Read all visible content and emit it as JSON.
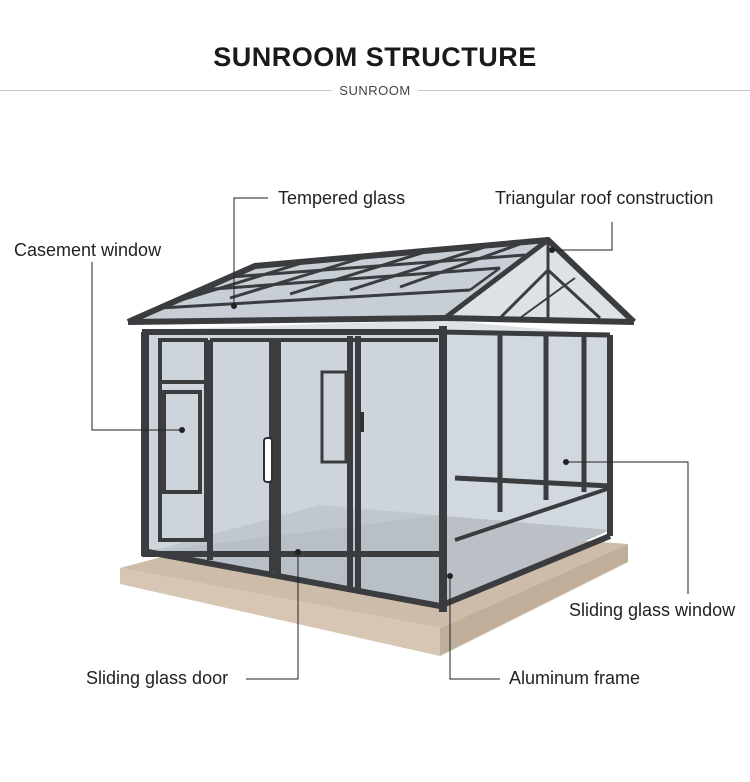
{
  "header": {
    "title": "SUNROOM STRUCTURE",
    "subtitle": "SUNROOM"
  },
  "callouts": [
    {
      "id": "tempered-glass",
      "text": "Tempered glass"
    },
    {
      "id": "triangular-roof",
      "text": "Triangular roof construction"
    },
    {
      "id": "casement-window",
      "text": "Casement window"
    },
    {
      "id": "sliding-glass-window",
      "text": "Sliding glass window"
    },
    {
      "id": "sliding-glass-door",
      "text": "Sliding glass door"
    },
    {
      "id": "aluminum-frame",
      "text": "Aluminum frame"
    }
  ],
  "colors": {
    "frame": "#3a3c3f",
    "glass": "#c9d1d9",
    "base": "#d8c9b8",
    "floor": "#8a8c90",
    "leader": "#222222"
  }
}
